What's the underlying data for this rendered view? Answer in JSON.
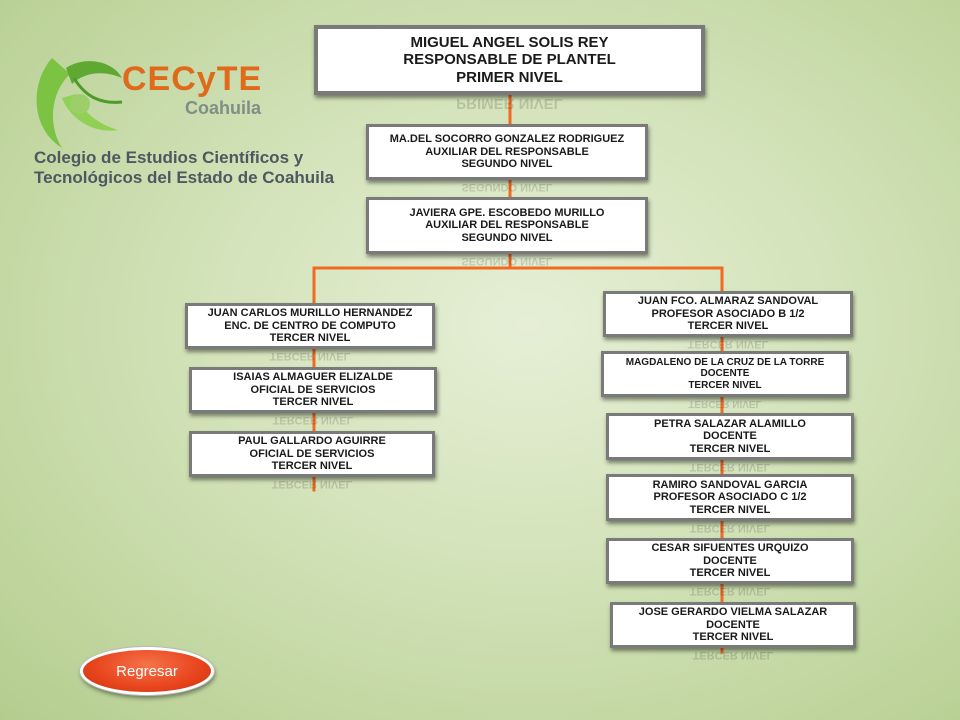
{
  "logo": {
    "name": "CECyTE",
    "state": "Coahuila",
    "line1": "Colegio de Estudios Científicos y",
    "line2": "Tecnológicos del Estado de Coahuila"
  },
  "colors": {
    "connector": "#f26a21",
    "button": "#e8441c",
    "logo_orange": "#e06a1c",
    "logo_green": "#7cc243"
  },
  "org": {
    "top": {
      "l1": "MIGUEL ANGEL SOLIS REY",
      "l2": "RESPONSABLE DE PLANTEL",
      "l3": "PRIMER NIVEL"
    },
    "aux1": {
      "l1": "MA.DEL SOCORRO GONZALEZ RODRIGUEZ",
      "l2": "AUXILIAR DEL RESPONSABLE",
      "l3": "SEGUNDO NIVEL"
    },
    "aux2": {
      "l1": "JAVIERA GPE. ESCOBEDO MURILLO",
      "l2": "AUXILIAR DEL RESPONSABLE",
      "l3": "SEGUNDO NIVEL"
    },
    "left": [
      {
        "l1": "JUAN CARLOS MURILLO HERNANDEZ",
        "l2": "ENC. DE CENTRO DE COMPUTO",
        "l3": "TERCER NIVEL"
      },
      {
        "l1": "ISAIAS ALMAGUER ELIZALDE",
        "l2": "OFICIAL DE SERVICIOS",
        "l3": "TERCER NIVEL"
      },
      {
        "l1": "PAUL GALLARDO AGUIRRE",
        "l2": "OFICIAL DE SERVICIOS",
        "l3": "TERCER NIVEL"
      }
    ],
    "right": [
      {
        "l1": "JUAN FCO. ALMARAZ SANDOVAL",
        "l2": "PROFESOR ASOCIADO B 1/2",
        "l3": "TERCER NIVEL"
      },
      {
        "l1": "MAGDALENO DE LA CRUZ DE LA TORRE",
        "l2": "DOCENTE",
        "l3": "TERCER NIVEL"
      },
      {
        "l1": "PETRA SALAZAR ALAMILLO",
        "l2": "DOCENTE",
        "l3": "TERCER NIVEL"
      },
      {
        "l1": "RAMIRO SANDOVAL GARCIA",
        "l2": "PROFESOR ASOCIADO C 1/2",
        "l3": "TERCER NIVEL"
      },
      {
        "l1": "CESAR SIFUENTES URQUIZO",
        "l2": "DOCENTE",
        "l3": "TERCER NIVEL"
      },
      {
        "l1": "JOSE GERARDO VIELMA SALAZAR",
        "l2": "DOCENTE",
        "l3": "TERCER NIVEL"
      }
    ]
  },
  "button": {
    "label": "Regresar"
  }
}
